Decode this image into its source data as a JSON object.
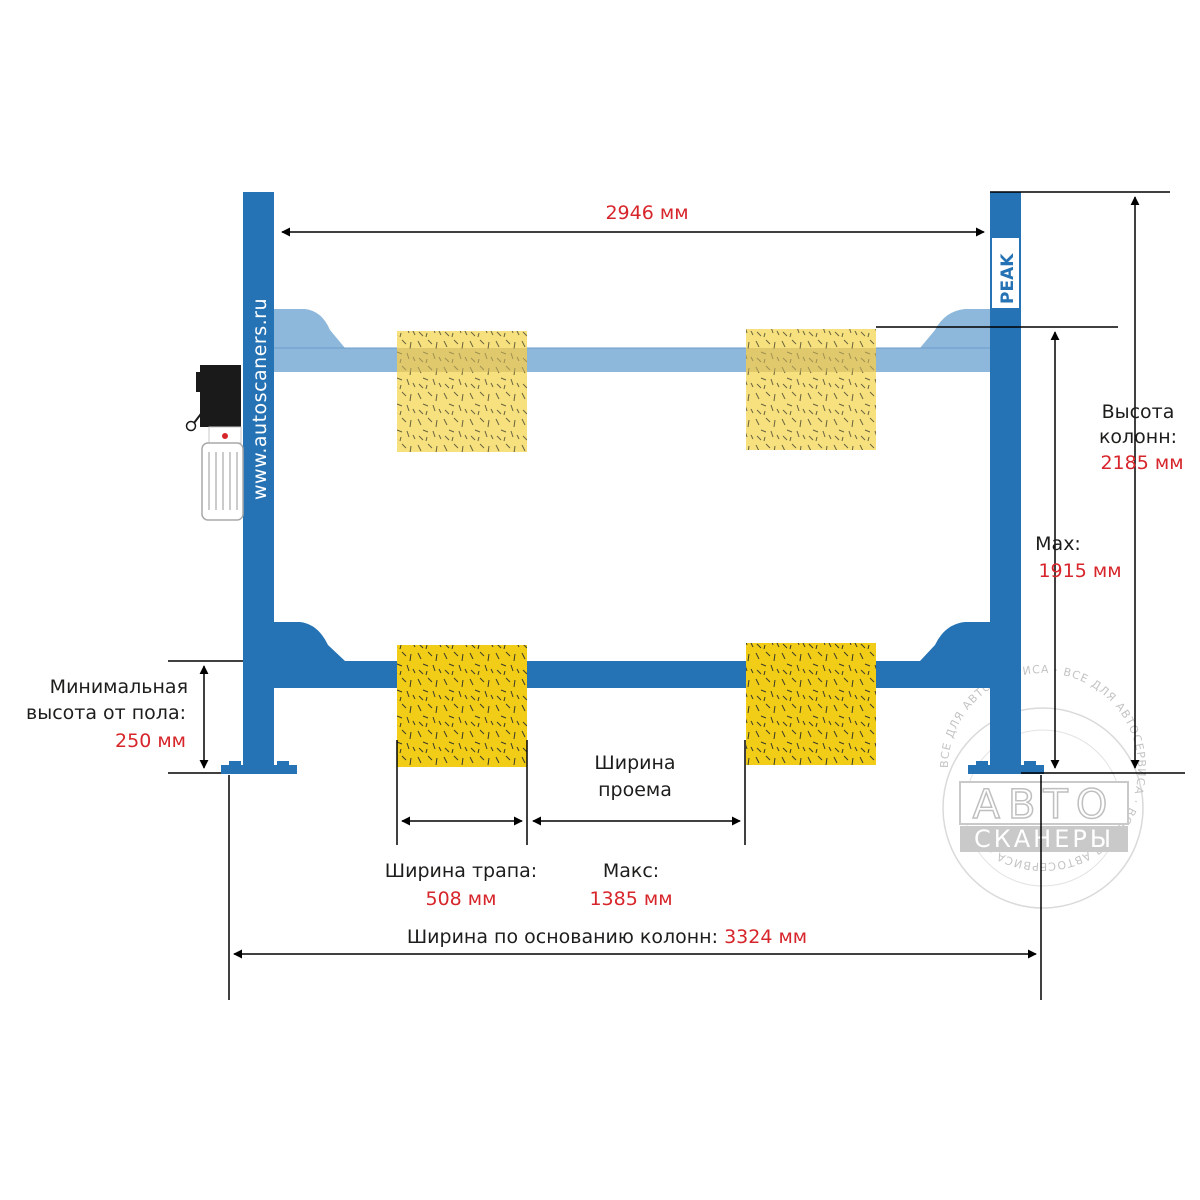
{
  "colors": {
    "column": "#2572b4",
    "beam_front": "#2572b4",
    "beam_back": "#8db8db",
    "pad_front": "#f2cd18",
    "pad_back": "#f7e07e",
    "text": "#1d1d1b",
    "value": "#d7262b",
    "watermark": "#c4c4c4"
  },
  "column_text": "www.autoscaners.ru",
  "brand_logo": "PEAK",
  "dimensions": {
    "top_span": "2946 мм",
    "column_height": {
      "label_1": "Высота",
      "label_2": "колонн:",
      "value": "2185 мм"
    },
    "max_height": {
      "label": "Max:",
      "value": "1915 мм"
    },
    "min_height": {
      "label_1": "Минимальная",
      "label_2": "высота от пола:",
      "value": "250 мм"
    },
    "opening": {
      "label_1": "Ширина",
      "label_2": "проема",
      "label_3": "Макс:",
      "value": "1385 мм"
    },
    "runway_width": {
      "label": "Ширина трапа:",
      "value": "508 мм"
    },
    "base_width": {
      "label": "Ширина по основанию колонн:",
      "value": "3324 мм"
    }
  },
  "watermark": {
    "line_1": "АВТО",
    "line_2": "СКАНЕРЫ",
    "ring_text": "ВСЕ ДЛЯ АВТОСЕРВИСА · ВСЕ ДЛЯ АВТОСЕРВИСА · ВСЕ ДЛЯ АВТОСЕРВИСА ·"
  }
}
